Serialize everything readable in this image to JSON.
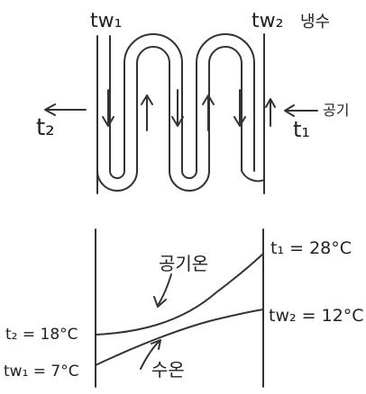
{
  "top": {
    "tw1": "tw₁",
    "tw2": "tw₂",
    "cold_water": "냉수",
    "t2": "t₂",
    "t1": "t₁",
    "air": "공기"
  },
  "bottom": {
    "air_temp": "공기온",
    "water_temp": "수온",
    "t1_label": "t₁ = 28°C",
    "tw2_label": "tw₂ = 12°C",
    "t2_label": "t₂ = 18°C",
    "tw1_label": "tw₁ = 7°C"
  }
}
